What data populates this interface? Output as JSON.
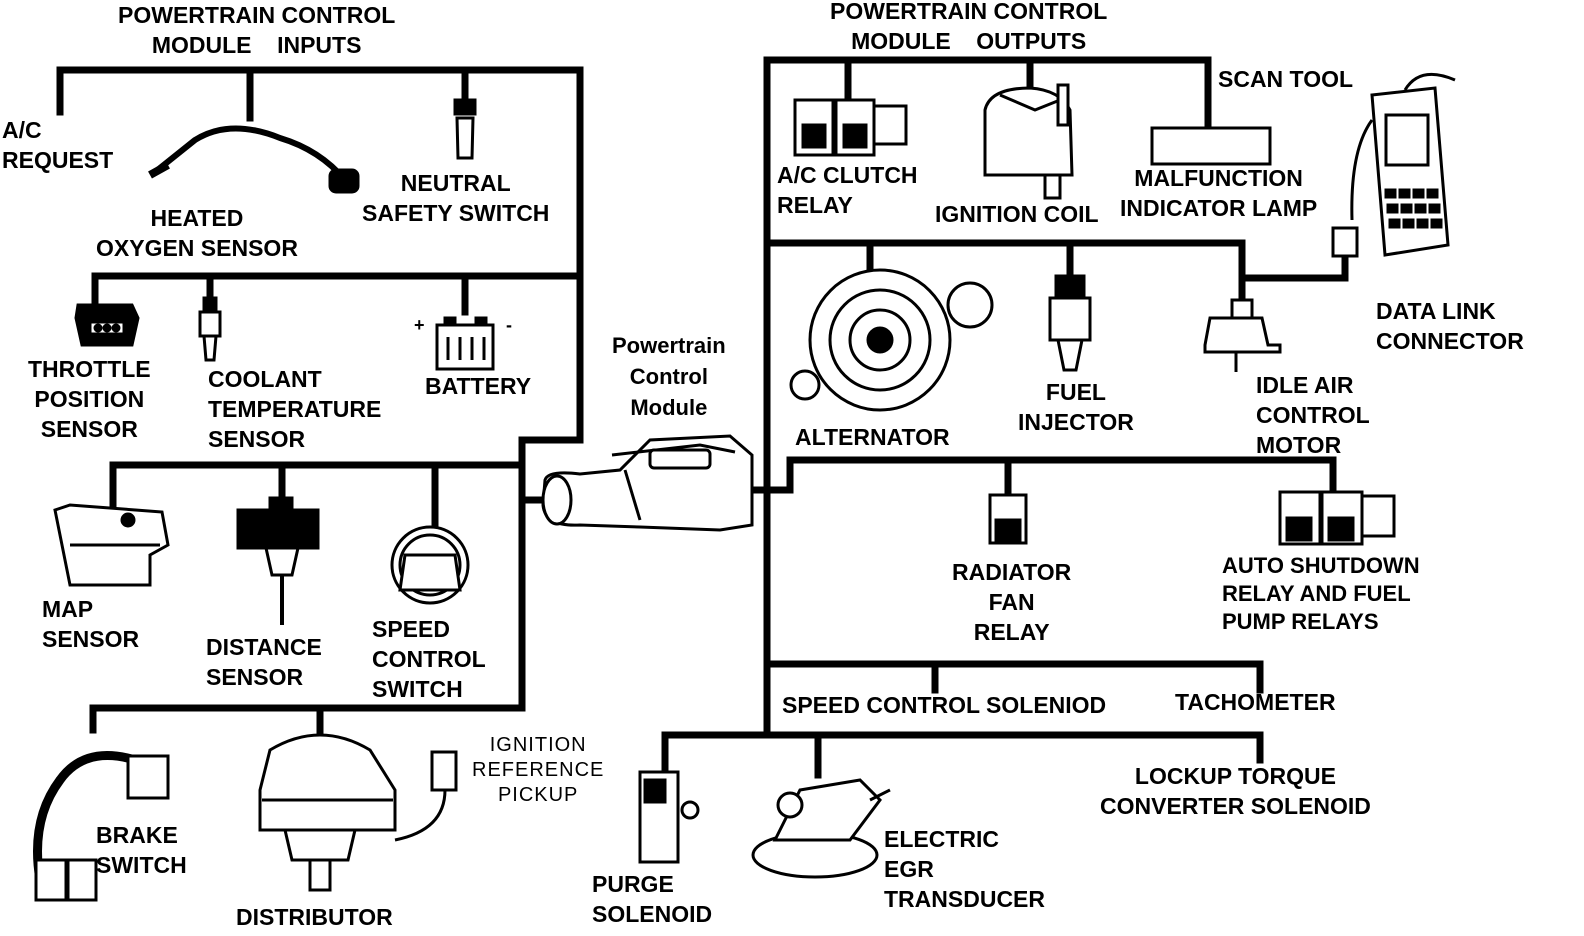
{
  "inputs_header": "POWERTRAIN CONTROL\nMODULE    INPUTS",
  "outputs_header": "POWERTRAIN CONTROL\nMODULE    OUTPUTS",
  "pcm_label": "Powertrain\nControl\nModule",
  "inputs": {
    "ac_request": "A/C\nREQUEST",
    "heated_oxygen_sensor": "HEATED\nOXYGEN SENSOR",
    "neutral_safety_switch": "NEUTRAL\nSAFETY SWITCH",
    "throttle_position_sensor": "THROTTLE\nPOSITION\nSENSOR",
    "coolant_temperature_sensor": "COOLANT\nTEMPERATURE\nSENSOR",
    "battery": "BATTERY",
    "battery_plus": "+",
    "battery_minus": "-",
    "map_sensor": "MAP\nSENSOR",
    "distance_sensor": "DISTANCE\nSENSOR",
    "speed_control_switch": "SPEED\nCONTROL\nSWITCH",
    "brake_switch": "BRAKE\nSWITCH",
    "distributor": "DISTRIBUTOR",
    "ignition_reference_pickup": "IGNITION\nREFERENCE\nPICKUP"
  },
  "outputs": {
    "ac_clutch_relay": "A/C CLUTCH\nRELAY",
    "ignition_coil": "IGNITION COIL",
    "malfunction_indicator_lamp": "MALFUNCTION\nINDICATOR LAMP",
    "scan_tool": "SCAN TOOL",
    "data_link_connector": "DATA LINK\nCONNECTOR",
    "alternator": "ALTERNATOR",
    "fuel_injector": "FUEL\nINJECTOR",
    "idle_air_control_motor": "IDLE AIR\nCONTROL\nMOTOR",
    "radiator_fan_relay": "RADIATOR\nFAN\nRELAY",
    "auto_shutdown_relay": "AUTO SHUTDOWN\nRELAY AND FUEL\nPUMP RELAYS",
    "speed_control_solenoid": "SPEED CONTROL SOLENIOD",
    "tachometer": "TACHOMETER",
    "purge_solenoid": "PURGE\nSOLENOID",
    "electric_egr_transducer": "ELECTRIC\nEGR\nTRANSDUCER",
    "lockup_torque_converter_solenoid": "LOCKUP TORQUE\nCONVERTER SOLENOID"
  }
}
